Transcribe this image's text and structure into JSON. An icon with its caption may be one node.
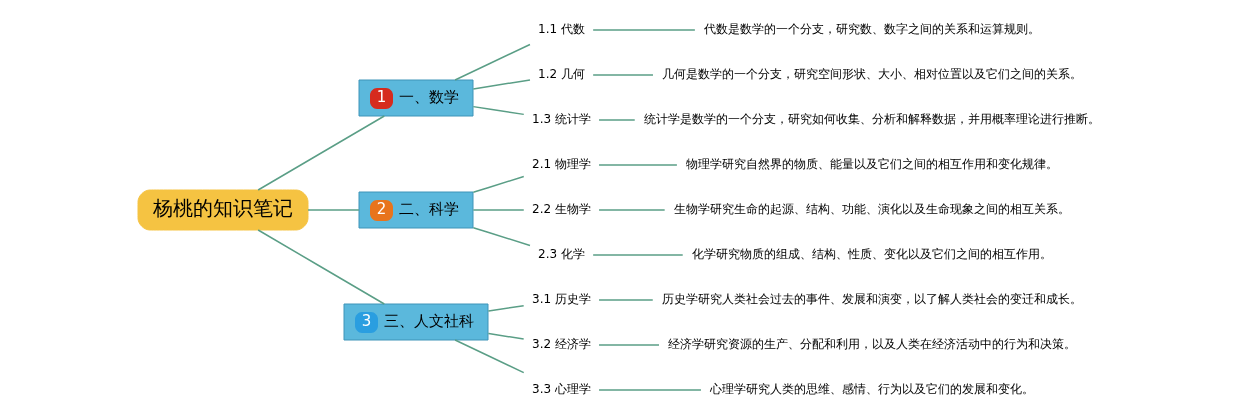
{
  "diagram": {
    "nodes": [
      {
        "text": [
          "杨桃的知识笔记"
        ]
      },
      {
        "text": [
          "1",
          "一、数学"
        ]
      },
      {
        "text": [
          "1.1 代数"
        ]
      },
      {
        "text": [
          "代数是数学的一个分支，研究数、数字之间的关系和运算规则。"
        ]
      },
      {
        "text": [
          "1.2 几何"
        ]
      },
      {
        "text": [
          "几何是数学的一个分支，研究空间形状、大小、相对位置以及它们之间的关系。"
        ]
      },
      {
        "text": [
          "1.3 统计学"
        ]
      },
      {
        "text": [
          "统计学是数学的一个分支，研究如何收集、分析和解释数据，并用概率理论进行推断。"
        ]
      },
      {
        "text": [
          "2",
          "二、科学"
        ]
      },
      {
        "text": [
          "2.1 物理学"
        ]
      },
      {
        "text": [
          "物理学研究自然界的物质、能量以及它们之间的相互作用和变化规律。"
        ]
      },
      {
        "text": [
          "2.2 生物学"
        ]
      },
      {
        "text": [
          "生物学研究生命的起源、结构、功能、演化以及生命现象之间的相互关系。"
        ]
      },
      {
        "text": [
          "2.3 化学"
        ]
      },
      {
        "text": [
          "化学研究物质的组成、结构、性质、变化以及它们之间的相互作用。"
        ]
      },
      {
        "text": [
          "3",
          "三、人文社科"
        ]
      },
      {
        "text": [
          "3.1 历史学"
        ]
      },
      {
        "text": [
          "历史学研究人类社会过去的事件、发展和演变，以了解人类社会的变迁和成长。"
        ]
      },
      {
        "text": [
          "3.2 经济学"
        ]
      },
      {
        "text": [
          "经济学研究资源的生产、分配和利用，以及人类在经济活动中的行为和决策。"
        ]
      },
      {
        "text": [
          "3.3 心理学"
        ]
      },
      {
        "text": [
          "心理学研究人类的思维、感情、行为以及它们的发展和变化。"
        ]
      }
    ],
    "edges": [
      {
        "from": 0,
        "to": 1,
        "arrow": "none"
      },
      {
        "from": 0,
        "to": 8,
        "arrow": "none"
      },
      {
        "from": 0,
        "to": 15,
        "arrow": "none"
      },
      {
        "from": 1,
        "to": 2,
        "arrow": "none"
      },
      {
        "from": 2,
        "to": 3,
        "arrow": "none"
      },
      {
        "from": 1,
        "to": 4,
        "arrow": "none"
      },
      {
        "from": 4,
        "to": 5,
        "arrow": "none"
      },
      {
        "from": 1,
        "to": 6,
        "arrow": "none"
      },
      {
        "from": 6,
        "to": 7,
        "arrow": "none"
      },
      {
        "from": 8,
        "to": 9,
        "arrow": "none"
      },
      {
        "from": 9,
        "to": 10,
        "arrow": "none"
      },
      {
        "from": 8,
        "to": 11,
        "arrow": "none"
      },
      {
        "from": 11,
        "to": 12,
        "arrow": "none"
      },
      {
        "from": 8,
        "to": 13,
        "arrow": "none"
      },
      {
        "from": 13,
        "to": 14,
        "arrow": "none"
      },
      {
        "from": 15,
        "to": 16,
        "arrow": "none"
      },
      {
        "from": 16,
        "to": 17,
        "arrow": "none"
      },
      {
        "from": 15,
        "to": 18,
        "arrow": "none"
      },
      {
        "from": 18,
        "to": 19,
        "arrow": "none"
      },
      {
        "from": 15,
        "to": 20,
        "arrow": "none"
      },
      {
        "from": 20,
        "to": 21,
        "arrow": "none"
      }
    ]
  }
}
